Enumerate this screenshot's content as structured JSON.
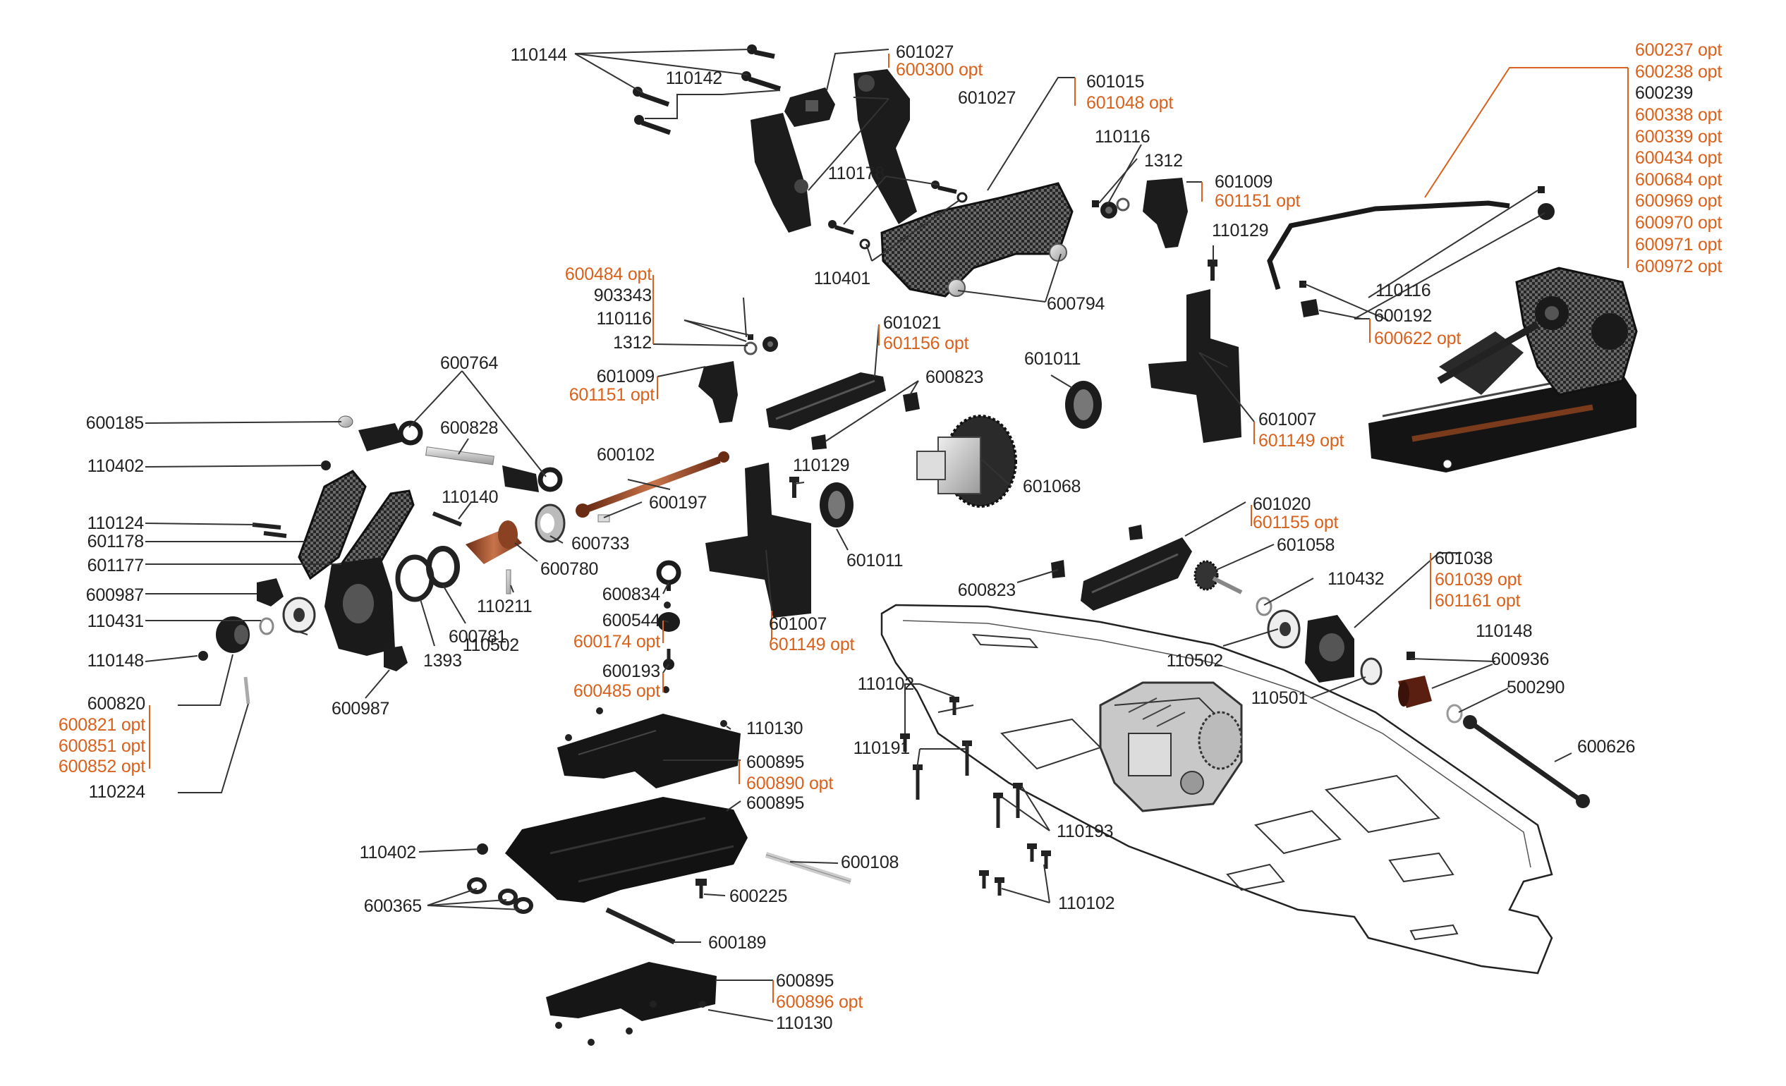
{
  "colors": {
    "std": "#222222",
    "opt": "#d9611c",
    "leader_std": "#333333",
    "leader_opt": "#d9611c"
  },
  "labels": {
    "l110144": "110144",
    "l110142": "110142",
    "l601027a": "601027",
    "l600300": "600300 opt",
    "l601027b": "601027",
    "l601015": "601015",
    "l601048": "601048 opt",
    "l110178": "110178",
    "l110401": "110401",
    "l110116a": "110116",
    "l1312a": "1312",
    "l601009a": "601009",
    "l601151a": "601151 opt",
    "l110129a": "110129",
    "l600794": "600794",
    "l600237": "600237 opt",
    "l600238": "600238 opt",
    "l600239": "600239",
    "l600338": "600338 opt",
    "l600339": "600339 opt",
    "l600434": "600434 opt",
    "l600684": "600684 opt",
    "l600969": "600969 opt",
    "l600970": "600970 opt",
    "l600971": "600971 opt",
    "l600972": "600972 opt",
    "l110116c": "110116",
    "l600192": "600192",
    "l600622": "600622 opt",
    "l600484": "600484 opt",
    "l903343": "903343",
    "l110116b": "110116",
    "l1312b": "1312",
    "l601009b": "601009",
    "l601151b": "601151 opt",
    "l601021": "601021",
    "l601156": "601156 opt",
    "l600823a": "600823",
    "l601011a": "601011",
    "l601007a": "601007",
    "l601149a": "601149 opt",
    "l600764": "600764",
    "l600185": "600185",
    "l600828": "600828",
    "l110402a": "110402",
    "l600102": "600102",
    "l110129b": "110129",
    "l601068": "601068",
    "l110140": "110140",
    "l600197": "600197",
    "l110124": "110124",
    "l601178": "601178",
    "l601177": "601177",
    "l600733": "600733",
    "l600780": "600780",
    "l601011b": "601011",
    "l601020": "601020",
    "l601155": "601155 opt",
    "l601058": "601058",
    "l600823b": "600823",
    "l110432": "110432",
    "l600987a": "600987",
    "l110431": "110431",
    "l110211": "110211",
    "l600834": "600834",
    "l600544": "600544",
    "l600174": "600174 opt",
    "l600781": "600781",
    "l601007b": "601007",
    "l601149b": "601149 opt",
    "l601038": "601038",
    "l601039": "601039 opt",
    "l601161": "601161 opt",
    "l110148a": "110148",
    "l110502a": "110502",
    "l1393": "1393",
    "l600193": "600193",
    "l600485": "600485 opt",
    "l110148b": "110148",
    "l110502b": "110502",
    "l600936": "600936",
    "l600987b": "600987",
    "l110501": "110501",
    "l500290": "500290",
    "l110102a": "110102",
    "l600820": "600820",
    "l600821": "600821 opt",
    "l600851": "600851 opt",
    "l600852": "600852 opt",
    "l110224": "110224",
    "l110130a": "110130",
    "l600895a": "600895",
    "l600890": "600890 opt",
    "l600895b": "600895",
    "l110191": "110191",
    "l600626": "600626",
    "l110193": "110193",
    "l110402b": "110402",
    "l600108": "600108",
    "l600365": "600365",
    "l600225": "600225",
    "l110102b": "110102",
    "l600189": "600189",
    "l600895c": "600895",
    "l600896": "600896 opt",
    "l110130b": "110130"
  }
}
